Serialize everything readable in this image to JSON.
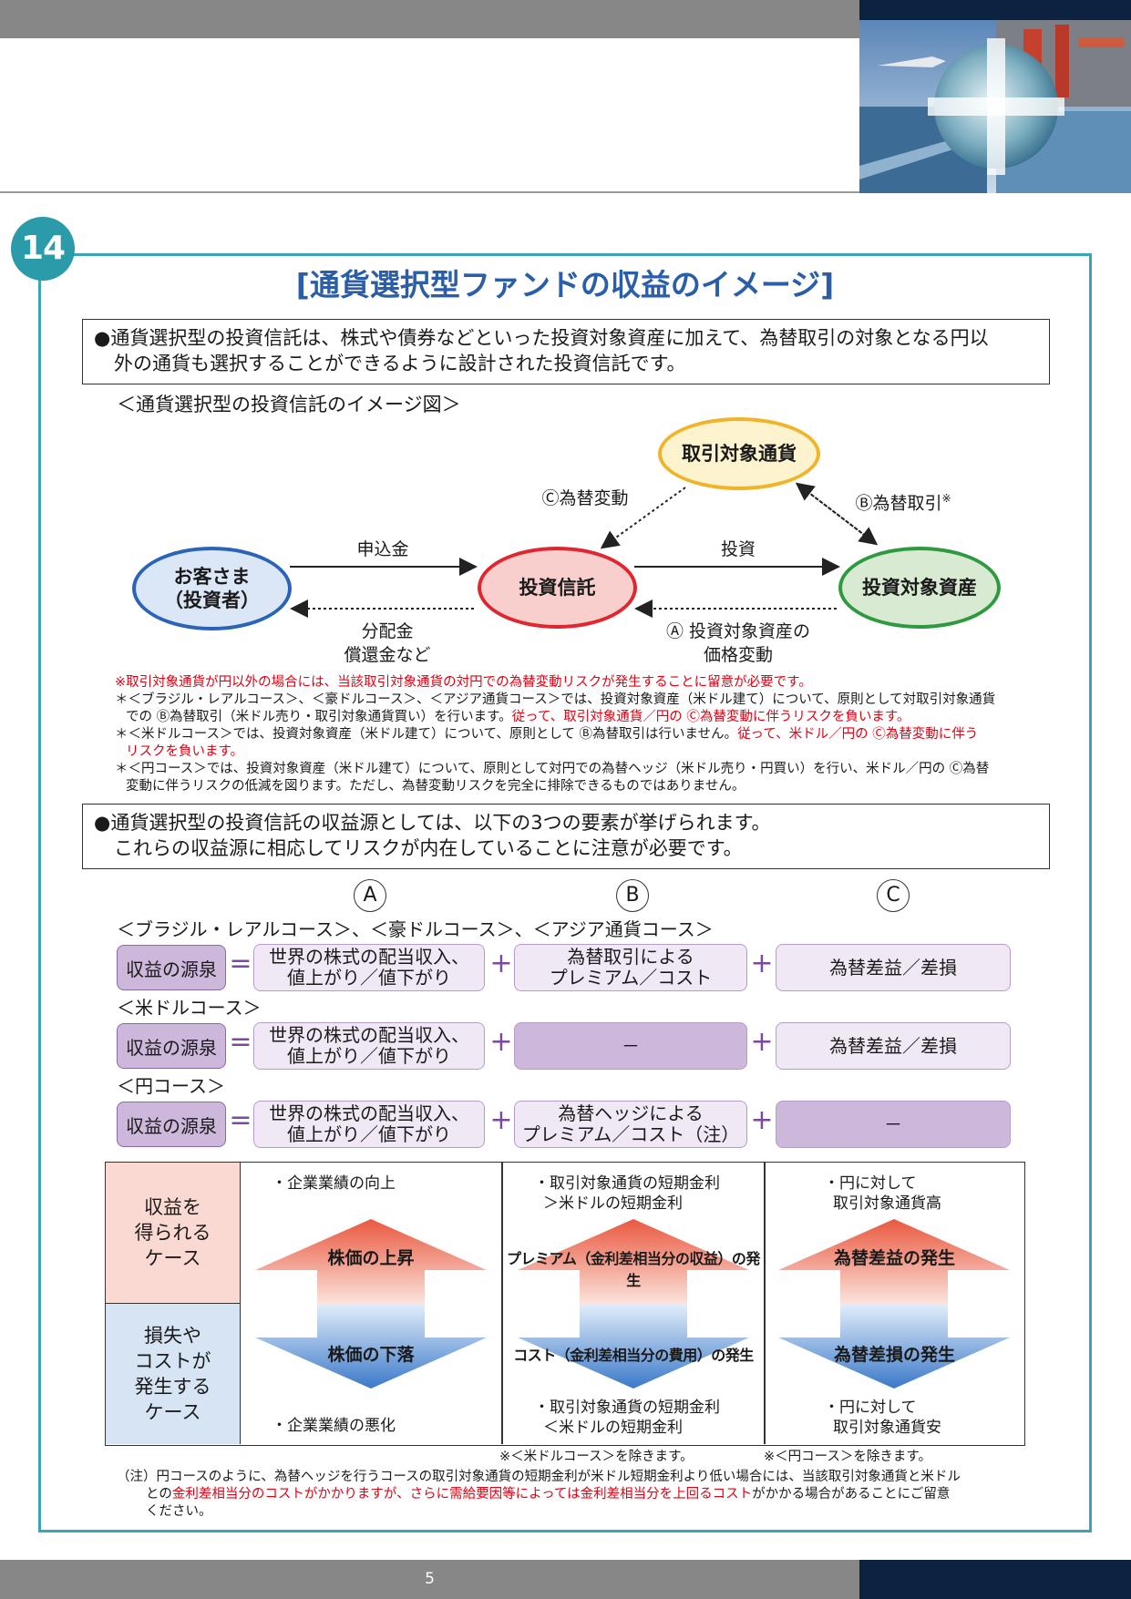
{
  "page": {
    "section_number": "14",
    "title": "[通貨選択型ファンドの収益のイメージ]",
    "page_number": "5"
  },
  "intro": {
    "line1": "●通貨選択型の投資信託は、株式や債券などといった投資対象資産に加えて、為替取引の対象となる円以",
    "line2": "外の通貨も選択することができるように設計された投資信託です。"
  },
  "diagram": {
    "heading": "＜通貨選択型の投資信託のイメージ図＞",
    "node_currency": "取引対象通貨",
    "node_customer_1": "お客さま",
    "node_customer_2": "（投資者）",
    "node_fund": "投資信託",
    "node_asset": "投資対象資産",
    "label_subscription": "申込金",
    "label_invest": "投資",
    "label_dist_1": "分配金",
    "label_dist_2": "償還金など",
    "label_fx_change": "Ⓒ為替変動",
    "label_fx_trade": "Ⓑ為替取引",
    "label_fx_trade_mark": "※",
    "label_price_1": "Ⓐ 投資対象資産の",
    "label_price_2": "価格変動"
  },
  "notes": {
    "n1_red": "※取引対象通貨が円以外の場合には、当該取引対象通貨の対円での為替変動リスクが発生することに留意が必要です。",
    "n2_a": "＊＜ブラジル・レアルコース＞、＜豪ドルコース＞、＜アジア通貨コース＞では、投資対象資産（米ドル建て）について、原則として対取引対象通貨",
    "n2_b": "での Ⓑ為替取引（米ドル売り・取引対象通貨買い）を行います。",
    "n2_b_red": "従って、取引対象通貨／円の Ⓒ為替変動に伴うリスクを負います。",
    "n3_a": "＊＜米ドルコース＞では、投資対象資産（米ドル建て）について、原則として Ⓑ為替取引は行いません。",
    "n3_a_red": "従って、米ドル／円の Ⓒ為替変動に伴う",
    "n3_b_red": "リスクを負います。",
    "n4_a": "＊＜円コース＞では、投資対象資産（米ドル建て）について、原則として対円での為替ヘッジ（米ドル売り・円買い）を行い、米ドル／円の Ⓒ為替",
    "n4_b": "変動に伴うリスクの低減を図ります。ただし、為替変動リスクを完全に排除できるものではありません。"
  },
  "sources_intro": {
    "line1": "●通貨選択型の投資信託の収益源としては、以下の3つの要素が挙げられます。",
    "line2": "これらの収益源に相応してリスクが内在していることに注意が必要です。"
  },
  "column_letters": [
    "A",
    "B",
    "C"
  ],
  "courses": [
    {
      "name": "＜ブラジル・レアルコース＞、＜豪ドルコース＞、＜アジア通貨コース＞",
      "source": "収益の源泉",
      "a1": "世界の株式の配当収入、",
      "a2": "値上がり／値下がり",
      "b1": "為替取引による",
      "b2": "プレミアム／コスト",
      "c1": "為替差益／差損",
      "c2": ""
    },
    {
      "name": "＜米ドルコース＞",
      "source": "収益の源泉",
      "a1": "世界の株式の配当収入、",
      "a2": "値上がり／値下がり",
      "b1": "－",
      "b2": "",
      "c1": "為替差益／差損",
      "c2": ""
    },
    {
      "name": "＜円コース＞",
      "source": "収益の源泉",
      "a1": "世界の株式の配当収入、",
      "a2": "値上がり／値下がり",
      "b1": "為替ヘッジによる",
      "b2": "プレミアム／コスト（注）",
      "c1": "－",
      "c2": ""
    }
  ],
  "operators": {
    "equals": "=",
    "plus": "+"
  },
  "cases": {
    "gain_label": [
      "収益を",
      "得られる",
      "ケース"
    ],
    "loss_label": [
      "損失や",
      "コストが",
      "発生する",
      "ケース"
    ],
    "colA": {
      "top": "・企業業績の向上",
      "up": "株価の上昇",
      "down": "株価の下落",
      "bottom": "・企業業績の悪化"
    },
    "colB": {
      "top1": "・取引対象通貨の短期金利",
      "top2": "＞米ドルの短期金利",
      "up": "プレミアム（金利差相当分の収益）の発生",
      "down": "コスト（金利差相当分の費用）の発生",
      "bottom1": "・取引対象通貨の短期金利",
      "bottom2": "＜米ドルの短期金利"
    },
    "colC": {
      "top1": "・円に対して",
      "top2": "取引対象通貨高",
      "up": "為替差益の発生",
      "down": "為替差損の発生",
      "bottom1": "・円に対して",
      "bottom2": "取引対象通貨安"
    }
  },
  "footnotes": {
    "excl_b": "※＜米ドルコース＞を除きます。",
    "excl_c": "※＜円コース＞を除きます。",
    "note1": "（注）円コースのように、為替ヘッジを行うコースの取引対象通貨の短期金利が米ドル短期金利より低い場合には、当該取引対象通貨と米ドル",
    "note2_a": "との",
    "note2_red": "金利差相当分のコストがかかりますが、さらに需給要因等によっては金利差相当分を上回るコスト",
    "note2_b": "がかかる場合があることにご留意",
    "note3": "ください。"
  },
  "colors": {
    "teal": "#3aa6b5",
    "title_blue": "#2a5ea8",
    "purple": "#cdb8dc",
    "gain_bg": "#fbd9d3",
    "loss_bg": "#d7e4f4",
    "red": "#e60012"
  }
}
